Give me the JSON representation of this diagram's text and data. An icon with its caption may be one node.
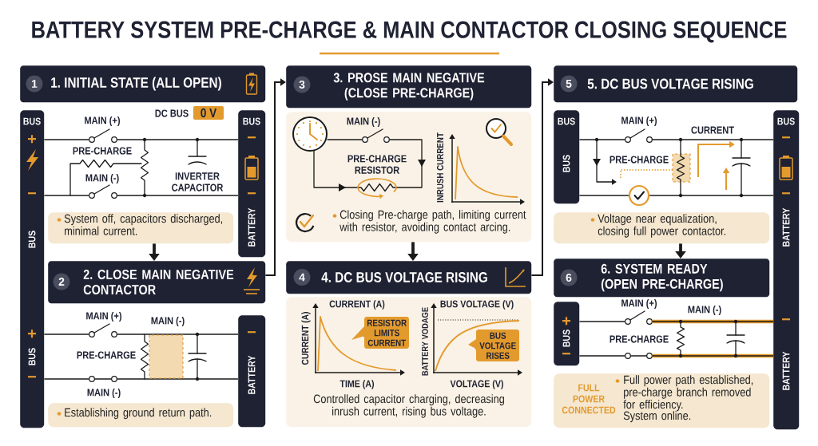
{
  "diagram": {
    "title": "BATTERY SYSTEM PRE-CHARGE & MAIN CONTACTOR CLOSING SEQUENCE",
    "nodes": [
      {
        "text": [
          "1. INITIAL STATE (ALL OPEN)"
        ]
      },
      {
        "text": [
          "1"
        ],
        "in": 0
      },
      {
        "text": [
          "BUS",
          "+",
          "−",
          "BUS",
          "+",
          "BUS",
          "−"
        ]
      },
      {
        "text": [
          "BUS",
          "−",
          "−",
          "BATTERY"
        ]
      },
      {
        "text": [
          "0 V"
        ],
        "beside": [
          "DC BUS"
        ]
      },
      {
        "text": [
          "System off, capacitors discharged, minimal current."
        ]
      },
      {
        "text": [
          "2. CLOSE MAIN NEGATIVE CONTACTOR"
        ]
      },
      {
        "text": [
          "2"
        ],
        "in": 6
      },
      {
        "text": [
          "−",
          "BATTERY"
        ]
      },
      {
        "text": [
          "Establishing ground return path."
        ]
      },
      {
        "text": [
          "3. PROSE MAIN NEGATIVE (CLOSE PRE-CHARGE)"
        ]
      },
      {
        "text": [
          "3"
        ],
        "in": 10
      },
      {
        "text": [
          "Closing Pre-charge path, limiting current with resistor, avoiding contact arcing."
        ]
      },
      {
        "text": [
          "4. DC BUS VOLTAGE RISING"
        ]
      },
      {
        "text": [
          "4"
        ],
        "in": 13
      },
      {
        "text": [
          "Controlled capacitor charging, decreasing inrush current, rising bus voltage."
        ]
      },
      {
        "text": [
          "RESISTOR LIMITS CURRENT"
        ],
        "in": 15
      },
      {
        "text": [
          "BUS VOLTAGE RISES"
        ],
        "in": 15
      },
      {
        "text": [
          "5. DC BUS VOLTAGE RISING"
        ]
      },
      {
        "text": [
          "5"
        ],
        "in": 18
      },
      {
        "text": [
          "BUS",
          "BUS"
        ]
      },
      {
        "text": [
          "BUS",
          "−",
          "−",
          "BATTERY",
          "−",
          "BATTERY"
        ]
      },
      {
        "text": [
          "Voltage near equalization, closing full power contactor."
        ]
      },
      {
        "text": [
          "6. SYSTEM READY (OPEN PRE-CHARGE)"
        ]
      },
      {
        "text": [
          "6"
        ],
        "in": 23
      },
      {
        "text": [
          "+",
          "BUS",
          "−"
        ]
      },
      {
        "text": [
          "FULL POWER CONNECTED",
          "Full power path established, pre-charge branch removed for efficiency.",
          "System online."
        ]
      },
      {
        "text": [],
        "shape": "switch",
        "beside": [
          "MAIN (+)"
        ]
      },
      {
        "text": [],
        "shape": "switch",
        "beside": [
          "MAIN (-)"
        ]
      },
      {
        "text": [],
        "shape": "switch",
        "beside": [
          "MAIN (+)"
        ]
      },
      {
        "text": [],
        "shape": "switch",
        "beside": [
          "MAIN (-)"
        ]
      },
      {
        "text": [],
        "shape": "switch",
        "beside": [
          "MAIN (+)"
        ]
      },
      {
        "text": [],
        "shape": "switch",
        "beside": [
          "MAIN (+)"
        ]
      },
      {
        "text": [],
        "shape": "switch"
      },
      {
        "text": [],
        "shape": "circle"
      }
    ],
    "edges": [
      {
        "from": 5,
        "to": 6,
        "arrow": "to",
        "style": "thick"
      },
      {
        "from": 6,
        "to": 10,
        "arrow": "to"
      },
      {
        "from": 12,
        "to": 13,
        "arrow": "to",
        "style": "thick"
      },
      {
        "from": 13,
        "to": 18,
        "arrow": "to"
      },
      {
        "from": 22,
        "to": 23,
        "arrow": "to",
        "style": "thick"
      },
      {
        "from": 2,
        "to": 27,
        "arrow": "none"
      },
      {
        "from": 27,
        "to": 3,
        "arrow": "none"
      },
      {
        "from": 2,
        "to": 28,
        "arrow": "none"
      },
      {
        "from": 28,
        "to": 3,
        "arrow": "none"
      },
      {
        "from": 2,
        "to": 29,
        "arrow": "none"
      },
      {
        "from": 29,
        "to": 8,
        "arrow": "none"
      },
      {
        "from": 2,
        "to": 30,
        "arrow": "none"
      },
      {
        "from": 30,
        "to": 8,
        "arrow": "none"
      },
      {
        "from": 20,
        "to": 31,
        "arrow": "none"
      },
      {
        "from": 31,
        "to": 21,
        "arrow": "none"
      },
      {
        "from": 20,
        "to": 34,
        "arrow": "none"
      },
      {
        "from": 25,
        "to": 32,
        "arrow": "none"
      },
      {
        "from": 32,
        "to": 21,
        "arrow": "none",
        "style": "thick",
        "color": "#e39a2d"
      },
      {
        "from": 25,
        "to": 33,
        "arrow": "none"
      },
      {
        "from": 33,
        "to": 21,
        "arrow": "none",
        "style": "thick",
        "color": "#e39a2d"
      },
      {
        "from": 34,
        "to": 21,
        "arrow": "none"
      }
    ],
    "labels": [
      "PRE-CHARGE",
      "INVERTER CAPACITOR",
      "MAIN (-)",
      "PRE-CHARGE",
      "MAIN (-)",
      "PRE-CHARGE RESISTOR",
      "INRUSH CURRENT",
      "CURRENT (A)",
      "BUS VOLTAGE (V)",
      "CURRENT (A)",
      "BATTERY VODAGE",
      "TIME (A)",
      "VOLTAGE (V)",
      "CURRENT",
      "PRE-CHARGE",
      "MAIN (-)",
      "PRE-CHARGE"
    ]
  }
}
